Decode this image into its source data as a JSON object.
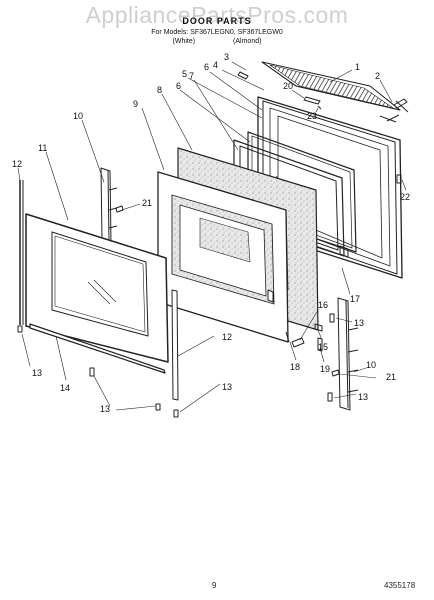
{
  "watermark": "AppliancePartsPros.com",
  "header": {
    "title": "DOOR PARTS",
    "models_line": "For Models: SF367LEGN0, SF367LEGW0",
    "color_left": "(White)",
    "color_right": "(Almond)"
  },
  "footer": {
    "page_number": "9",
    "part_code": "4355178"
  },
  "callouts": [
    "1",
    "2",
    "3",
    "4",
    "20",
    "23",
    "5",
    "6",
    "6",
    "7",
    "8",
    "9",
    "10",
    "11",
    "12",
    "21",
    "22",
    "17",
    "13",
    "15",
    "16",
    "18",
    "19",
    "12",
    "10",
    "21",
    "13",
    "14",
    "13",
    "13"
  ]
}
